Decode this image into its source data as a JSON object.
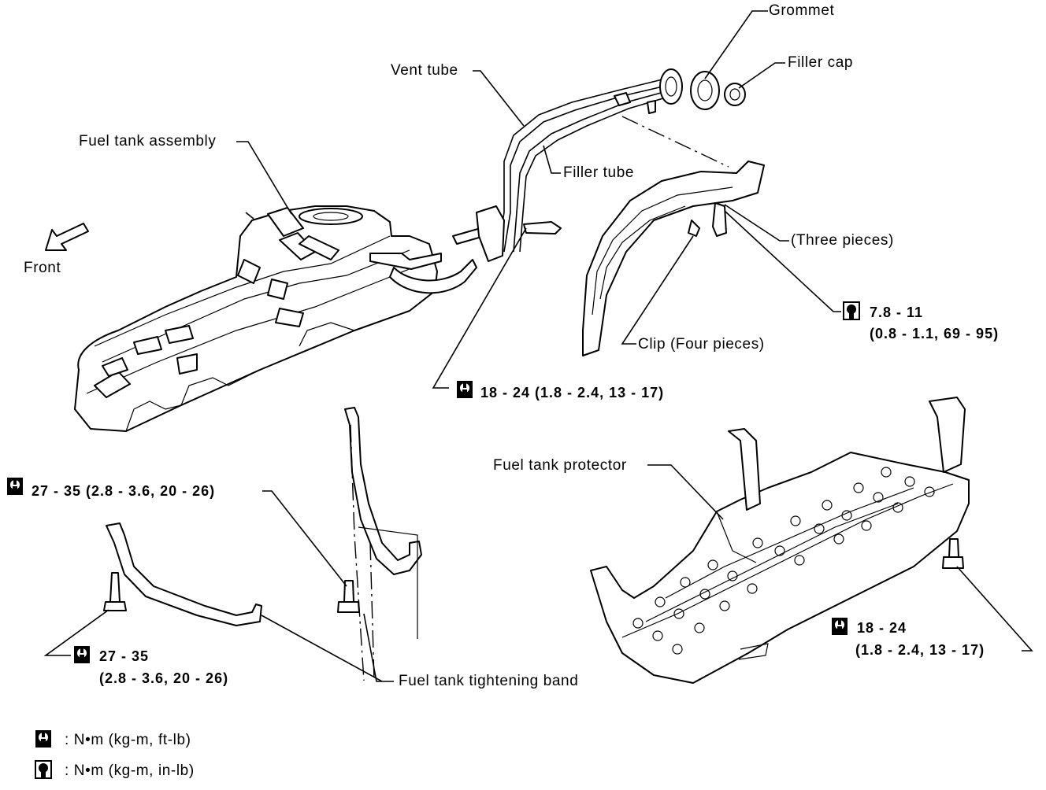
{
  "labels": {
    "grommet": "Grommet",
    "vent_tube": "Vent tube",
    "filler_cap": "Filler cap",
    "fuel_tank_assembly": "Fuel tank assembly",
    "filler_tube": "Filler tube",
    "front": "Front",
    "three_pieces": "(Three pieces)",
    "clip_four_pieces": "Clip (Four pieces)",
    "fuel_tank_protector": "Fuel tank protector",
    "fuel_tank_tightening_band": "Fuel tank tightening band"
  },
  "torque": {
    "filler_cover_bolt": {
      "value": "7.8 - 11",
      "detail": "(0.8 - 1.1, 69 - 95)"
    },
    "filler_bracket_bolt": {
      "value": "18 - 24 (1.8 - 2.4, 13 - 17)"
    },
    "band_upper_bolt": {
      "value": "27 - 35 (2.8 - 3.6, 20 - 26)"
    },
    "band_lower_bolt": {
      "value": "27 - 35",
      "detail": "(2.8 - 3.6, 20 - 26)"
    },
    "protector_bolt": {
      "value": "18 - 24",
      "detail": "(1.8 - 2.4, 13 - 17)"
    }
  },
  "legend": [
    {
      "icon": "torque-wrench-open-icon",
      "text": ": N•m (kg-m, ft-lb)"
    },
    {
      "icon": "torque-wrench-filled-icon",
      "text": ": N•m (kg-m, in-lb)"
    }
  ]
}
